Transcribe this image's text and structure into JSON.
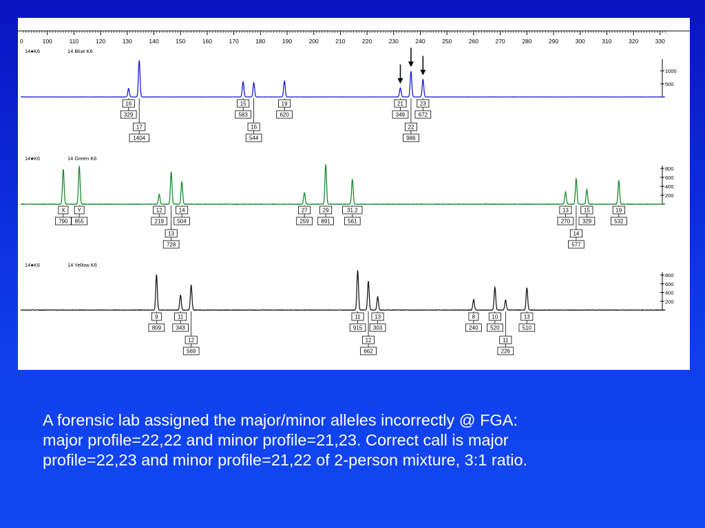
{
  "chart_data": {
    "type": "line",
    "x_axis": {
      "range": [
        90,
        332
      ],
      "ticks": [
        100,
        110,
        120,
        130,
        140,
        150,
        160,
        170,
        180,
        190,
        200,
        210,
        220,
        230,
        240,
        250,
        260,
        270,
        280,
        290,
        300,
        310,
        320,
        330
      ],
      "tick_labels": [
        "0",
        "100",
        "110",
        "120",
        "130",
        "140",
        "150",
        "160",
        "170",
        "180",
        "190",
        "200",
        "210",
        "220",
        "230",
        "240",
        "250",
        "260",
        "270",
        "280",
        "290",
        "300",
        "310",
        "320",
        "330"
      ]
    },
    "panels": [
      {
        "sample": "14●K6",
        "dye": "14 Blue  K6",
        "color": "#1a1ad4",
        "y_ticks": [
          1000,
          500
        ],
        "y_max": 1450,
        "peaks": [
          {
            "x": 130.5,
            "h": 329
          },
          {
            "x": 134.5,
            "h": 1404
          },
          {
            "x": 173.5,
            "h": 583
          },
          {
            "x": 177.5,
            "h": 544
          },
          {
            "x": 189,
            "h": 620
          },
          {
            "x": 232.5,
            "h": 349
          },
          {
            "x": 236.5,
            "h": 986
          },
          {
            "x": 241,
            "h": 672
          }
        ],
        "callouts": [
          {
            "x": 130.5,
            "allele": "16",
            "size": "329",
            "row": 0
          },
          {
            "x": 134.5,
            "allele": "17",
            "size": "1404",
            "row": 1
          },
          {
            "x": 173.5,
            "allele": "15",
            "size": "583",
            "row": 0
          },
          {
            "x": 177.5,
            "allele": "16",
            "size": "544",
            "row": 1
          },
          {
            "x": 189,
            "allele": "19",
            "size": "620",
            "row": 0
          },
          {
            "x": 232.5,
            "allele": "21",
            "size": "349",
            "row": 0
          },
          {
            "x": 236.5,
            "allele": "22",
            "size": "986",
            "row": 1
          },
          {
            "x": 241,
            "allele": "23",
            "size": "672",
            "row": 0
          }
        ],
        "arrows": [
          232.5,
          236.5,
          241
        ]
      },
      {
        "sample": "14●K6",
        "dye": "14 Green  K6",
        "color": "#178a2e",
        "y_ticks": [
          800,
          600,
          400,
          200
        ],
        "y_max": 860,
        "peaks": [
          {
            "x": 106,
            "h": 790
          },
          {
            "x": 112,
            "h": 855
          },
          {
            "x": 142,
            "h": 219
          },
          {
            "x": 146.5,
            "h": 728
          },
          {
            "x": 150.5,
            "h": 504
          },
          {
            "x": 196.5,
            "h": 259
          },
          {
            "x": 204.5,
            "h": 891
          },
          {
            "x": 214.5,
            "h": 561
          },
          {
            "x": 294.5,
            "h": 270
          },
          {
            "x": 298.5,
            "h": 577
          },
          {
            "x": 302.5,
            "h": 329
          },
          {
            "x": 314.5,
            "h": 532
          }
        ],
        "callouts": [
          {
            "x": 106,
            "allele": "X",
            "size": "790",
            "row": 0
          },
          {
            "x": 112,
            "allele": "Y",
            "size": "855",
            "row": 0
          },
          {
            "x": 142,
            "allele": "12",
            "size": "219",
            "row": 0
          },
          {
            "x": 146.5,
            "allele": "13",
            "size": "728",
            "row": 1
          },
          {
            "x": 150.5,
            "allele": "14",
            "size": "504",
            "row": 0
          },
          {
            "x": 196.5,
            "allele": "27",
            "size": "259",
            "row": 0
          },
          {
            "x": 204.5,
            "allele": "29",
            "size": "891",
            "row": 0
          },
          {
            "x": 214.5,
            "allele": "31.2",
            "size": "561",
            "row": 0
          },
          {
            "x": 294.5,
            "allele": "13",
            "size": "270",
            "row": 0
          },
          {
            "x": 298.5,
            "allele": "14",
            "size": "577",
            "row": 1
          },
          {
            "x": 302.5,
            "allele": "15",
            "size": "329",
            "row": 0
          },
          {
            "x": 314.5,
            "allele": "19",
            "size": "532",
            "row": 0
          }
        ],
        "arrows": []
      },
      {
        "sample": "14●K6",
        "dye": "14 Yellow  K6",
        "color": "#1a1a1a",
        "y_ticks": [
          800,
          600,
          400,
          200
        ],
        "y_max": 860,
        "peaks": [
          {
            "x": 141,
            "h": 809
          },
          {
            "x": 150,
            "h": 343
          },
          {
            "x": 154,
            "h": 569
          },
          {
            "x": 216.5,
            "h": 915
          },
          {
            "x": 220.5,
            "h": 662
          },
          {
            "x": 224,
            "h": 303
          },
          {
            "x": 260,
            "h": 240
          },
          {
            "x": 268,
            "h": 520
          },
          {
            "x": 272,
            "h": 226
          },
          {
            "x": 280,
            "h": 510
          }
        ],
        "callouts": [
          {
            "x": 141,
            "allele": "9",
            "size": "809",
            "row": 0
          },
          {
            "x": 150,
            "allele": "11",
            "size": "343",
            "row": 0
          },
          {
            "x": 154,
            "allele": "12",
            "size": "569",
            "row": 1
          },
          {
            "x": 216.5,
            "allele": "11",
            "size": "915",
            "row": 0
          },
          {
            "x": 220.5,
            "allele": "12",
            "size": "662",
            "row": 1
          },
          {
            "x": 224,
            "allele": "13",
            "size": "303",
            "row": 0
          },
          {
            "x": 260,
            "allele": "8",
            "size": "240",
            "row": 0
          },
          {
            "x": 268,
            "allele": "10",
            "size": "520",
            "row": 0
          },
          {
            "x": 272,
            "allele": "11",
            "size": "226",
            "row": 1
          },
          {
            "x": 280,
            "allele": "13",
            "size": "510",
            "row": 0
          }
        ],
        "arrows": []
      }
    ]
  },
  "caption": {
    "line1": "A forensic lab assigned the major/minor alleles incorrectly @ FGA:",
    "line2": "major profile=22,22 and minor profile=21,23.  Correct call is major",
    "line3": "profile=22,23 and minor profile=21,22 of 2-person mixture, 3:1 ratio."
  }
}
